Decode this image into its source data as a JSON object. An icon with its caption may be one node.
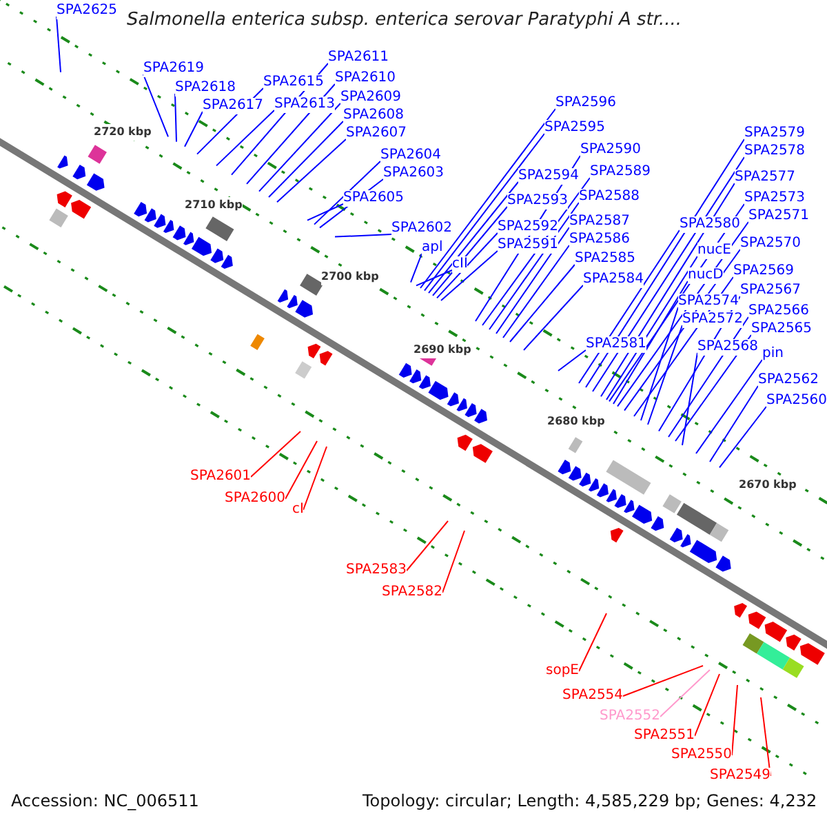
{
  "diagram": {
    "title": "Salmonella enterica subsp. enterica serovar Paratyphi A str....",
    "nodes": [
      {
        "text": [
          "SPA2625"
        ]
      },
      {
        "text": [
          "SPA2619"
        ]
      },
      {
        "text": [
          "SPA2618"
        ]
      },
      {
        "text": [
          "SPA2617"
        ]
      },
      {
        "text": [
          "SPA2615"
        ]
      },
      {
        "text": [
          "SPA2613"
        ]
      },
      {
        "text": [
          "SPA2611"
        ]
      },
      {
        "text": [
          "SPA2610"
        ]
      },
      {
        "text": [
          "SPA2609"
        ]
      },
      {
        "text": [
          "SPA2608"
        ]
      },
      {
        "text": [
          "SPA2607"
        ]
      },
      {
        "text": [
          "SPA2604"
        ]
      },
      {
        "text": [
          "SPA2603"
        ]
      },
      {
        "text": [
          "SPA2605"
        ]
      },
      {
        "text": [
          "SPA2602"
        ]
      },
      {
        "text": [
          "apl"
        ]
      },
      {
        "text": [
          "cII"
        ]
      },
      {
        "text": [
          "SPA2596"
        ]
      },
      {
        "text": [
          "SPA2595"
        ]
      },
      {
        "text": [
          "SPA2594"
        ]
      },
      {
        "text": [
          "SPA2593"
        ]
      },
      {
        "text": [
          "SPA2592"
        ]
      },
      {
        "text": [
          "SPA2591"
        ]
      },
      {
        "text": [
          "SPA2590"
        ]
      },
      {
        "text": [
          "SPA2589"
        ]
      },
      {
        "text": [
          "SPA2588"
        ]
      },
      {
        "text": [
          "SPA2587"
        ]
      },
      {
        "text": [
          "SPA2586"
        ]
      },
      {
        "text": [
          "SPA2585"
        ]
      },
      {
        "text": [
          "SPA2584"
        ]
      },
      {
        "text": [
          "SPA2581"
        ]
      },
      {
        "text": [
          "SPA2580"
        ]
      },
      {
        "text": [
          "SPA2579"
        ]
      },
      {
        "text": [
          "SPA2578"
        ]
      },
      {
        "text": [
          "SPA2577"
        ]
      },
      {
        "text": [
          "SPA2573"
        ]
      },
      {
        "text": [
          "SPA2571"
        ]
      },
      {
        "text": [
          "SPA2570"
        ]
      },
      {
        "text": [
          "nucE"
        ]
      },
      {
        "text": [
          "nucD"
        ]
      },
      {
        "text": [
          "SPA2569"
        ]
      },
      {
        "text": [
          "SPA2574"
        ]
      },
      {
        "text": [
          "SPA2572"
        ]
      },
      {
        "text": [
          "SPA2567"
        ]
      },
      {
        "text": [
          "SPA2566"
        ]
      },
      {
        "text": [
          "SPA2565"
        ]
      },
      {
        "text": [
          "SPA2568"
        ]
      },
      {
        "text": [
          "pin"
        ]
      },
      {
        "text": [
          "SPA2562"
        ]
      },
      {
        "text": [
          "SPA2560"
        ]
      },
      {
        "text": [
          "SPA2601"
        ]
      },
      {
        "text": [
          "SPA2600"
        ]
      },
      {
        "text": [
          "cI"
        ]
      },
      {
        "text": [
          "SPA2583"
        ]
      },
      {
        "text": [
          "SPA2582"
        ]
      },
      {
        "text": [
          "sopE"
        ]
      },
      {
        "text": [
          "SPA2554"
        ]
      },
      {
        "text": [
          "SPA2552"
        ]
      },
      {
        "text": [
          "SPA2551"
        ]
      },
      {
        "text": [
          "SPA2550"
        ]
      },
      {
        "text": [
          "SPA2549"
        ]
      }
    ],
    "edges": [
      {
        "from": 0,
        "to": null,
        "arrow": "none"
      },
      {
        "from": 1,
        "to": null,
        "arrow": "none"
      },
      {
        "from": 2,
        "to": null,
        "arrow": "none"
      },
      {
        "from": 3,
        "to": null,
        "arrow": "none"
      },
      {
        "from": 4,
        "to": null,
        "arrow": "none"
      },
      {
        "from": 5,
        "to": null,
        "arrow": "none"
      },
      {
        "from": 6,
        "to": null,
        "arrow": "none"
      },
      {
        "from": 7,
        "to": null,
        "arrow": "none"
      },
      {
        "from": 8,
        "to": null,
        "arrow": "none"
      },
      {
        "from": 9,
        "to": null,
        "arrow": "none"
      },
      {
        "from": 10,
        "to": null,
        "arrow": "none"
      },
      {
        "from": 11,
        "to": null,
        "arrow": "none"
      },
      {
        "from": 12,
        "to": null,
        "arrow": "none"
      },
      {
        "from": 13,
        "to": null,
        "arrow": "none"
      },
      {
        "from": 14,
        "to": null,
        "arrow": "none"
      },
      {
        "from": 15,
        "to": null,
        "arrow": "none"
      },
      {
        "from": 16,
        "to": null,
        "arrow": "none"
      },
      {
        "from": 17,
        "to": null,
        "arrow": "none"
      },
      {
        "from": 18,
        "to": null,
        "arrow": "none"
      },
      {
        "from": 19,
        "to": null,
        "arrow": "none"
      },
      {
        "from": 20,
        "to": null,
        "arrow": "none"
      },
      {
        "from": 21,
        "to": null,
        "arrow": "none"
      },
      {
        "from": 22,
        "to": null,
        "arrow": "none"
      },
      {
        "from": 23,
        "to": null,
        "arrow": "none"
      },
      {
        "from": 24,
        "to": null,
        "arrow": "none"
      },
      {
        "from": 25,
        "to": null,
        "arrow": "none"
      },
      {
        "from": 26,
        "to": null,
        "arrow": "none"
      },
      {
        "from": 27,
        "to": null,
        "arrow": "none"
      },
      {
        "from": 28,
        "to": null,
        "arrow": "none"
      },
      {
        "from": 29,
        "to": null,
        "arrow": "none"
      },
      {
        "from": 30,
        "to": null,
        "arrow": "none"
      },
      {
        "from": 31,
        "to": null,
        "arrow": "none"
      },
      {
        "from": 32,
        "to": null,
        "arrow": "none"
      },
      {
        "from": 33,
        "to": null,
        "arrow": "none"
      },
      {
        "from": 34,
        "to": null,
        "arrow": "none"
      },
      {
        "from": 35,
        "to": null,
        "arrow": "none"
      },
      {
        "from": 36,
        "to": null,
        "arrow": "none"
      },
      {
        "from": 37,
        "to": null,
        "arrow": "none"
      },
      {
        "from": 38,
        "to": null,
        "arrow": "none"
      },
      {
        "from": 39,
        "to": null,
        "arrow": "none"
      },
      {
        "from": 40,
        "to": null,
        "arrow": "none"
      },
      {
        "from": 41,
        "to": null,
        "arrow": "none"
      },
      {
        "from": 42,
        "to": null,
        "arrow": "none"
      },
      {
        "from": 43,
        "to": null,
        "arrow": "none"
      },
      {
        "from": 44,
        "to": null,
        "arrow": "none"
      },
      {
        "from": 45,
        "to": null,
        "arrow": "none"
      },
      {
        "from": 46,
        "to": null,
        "arrow": "none"
      },
      {
        "from": 47,
        "to": null,
        "arrow": "none"
      },
      {
        "from": 48,
        "to": null,
        "arrow": "none"
      },
      {
        "from": 49,
        "to": null,
        "arrow": "none"
      },
      {
        "from": 50,
        "to": null,
        "arrow": "none",
        "color": "#ff0000"
      },
      {
        "from": 51,
        "to": null,
        "arrow": "none",
        "color": "#ff0000"
      },
      {
        "from": 52,
        "to": null,
        "arrow": "none",
        "color": "#ff0000"
      },
      {
        "from": 53,
        "to": null,
        "arrow": "none",
        "color": "#ff0000"
      },
      {
        "from": 54,
        "to": null,
        "arrow": "none",
        "color": "#ff0000"
      },
      {
        "from": 55,
        "to": null,
        "arrow": "none",
        "color": "#ff0000"
      },
      {
        "from": 56,
        "to": null,
        "arrow": "none",
        "color": "#ff0000"
      },
      {
        "from": 57,
        "to": null,
        "arrow": "none",
        "color": "#ff99cc"
      },
      {
        "from": 58,
        "to": null,
        "arrow": "none",
        "color": "#ff0000"
      },
      {
        "from": 59,
        "to": null,
        "arrow": "none",
        "color": "#ff0000"
      },
      {
        "from": 60,
        "to": null,
        "arrow": "none",
        "color": "#ff0000"
      }
    ],
    "labels": [
      "2720 kbp",
      "2710 kbp",
      "2700 kbp",
      "2690 kbp",
      "2680 kbp",
      "2670 kbp",
      "Accession: NC_006511",
      "Topology: circular; Length: 4,585,229 bp; Genes: 4,232"
    ]
  }
}
